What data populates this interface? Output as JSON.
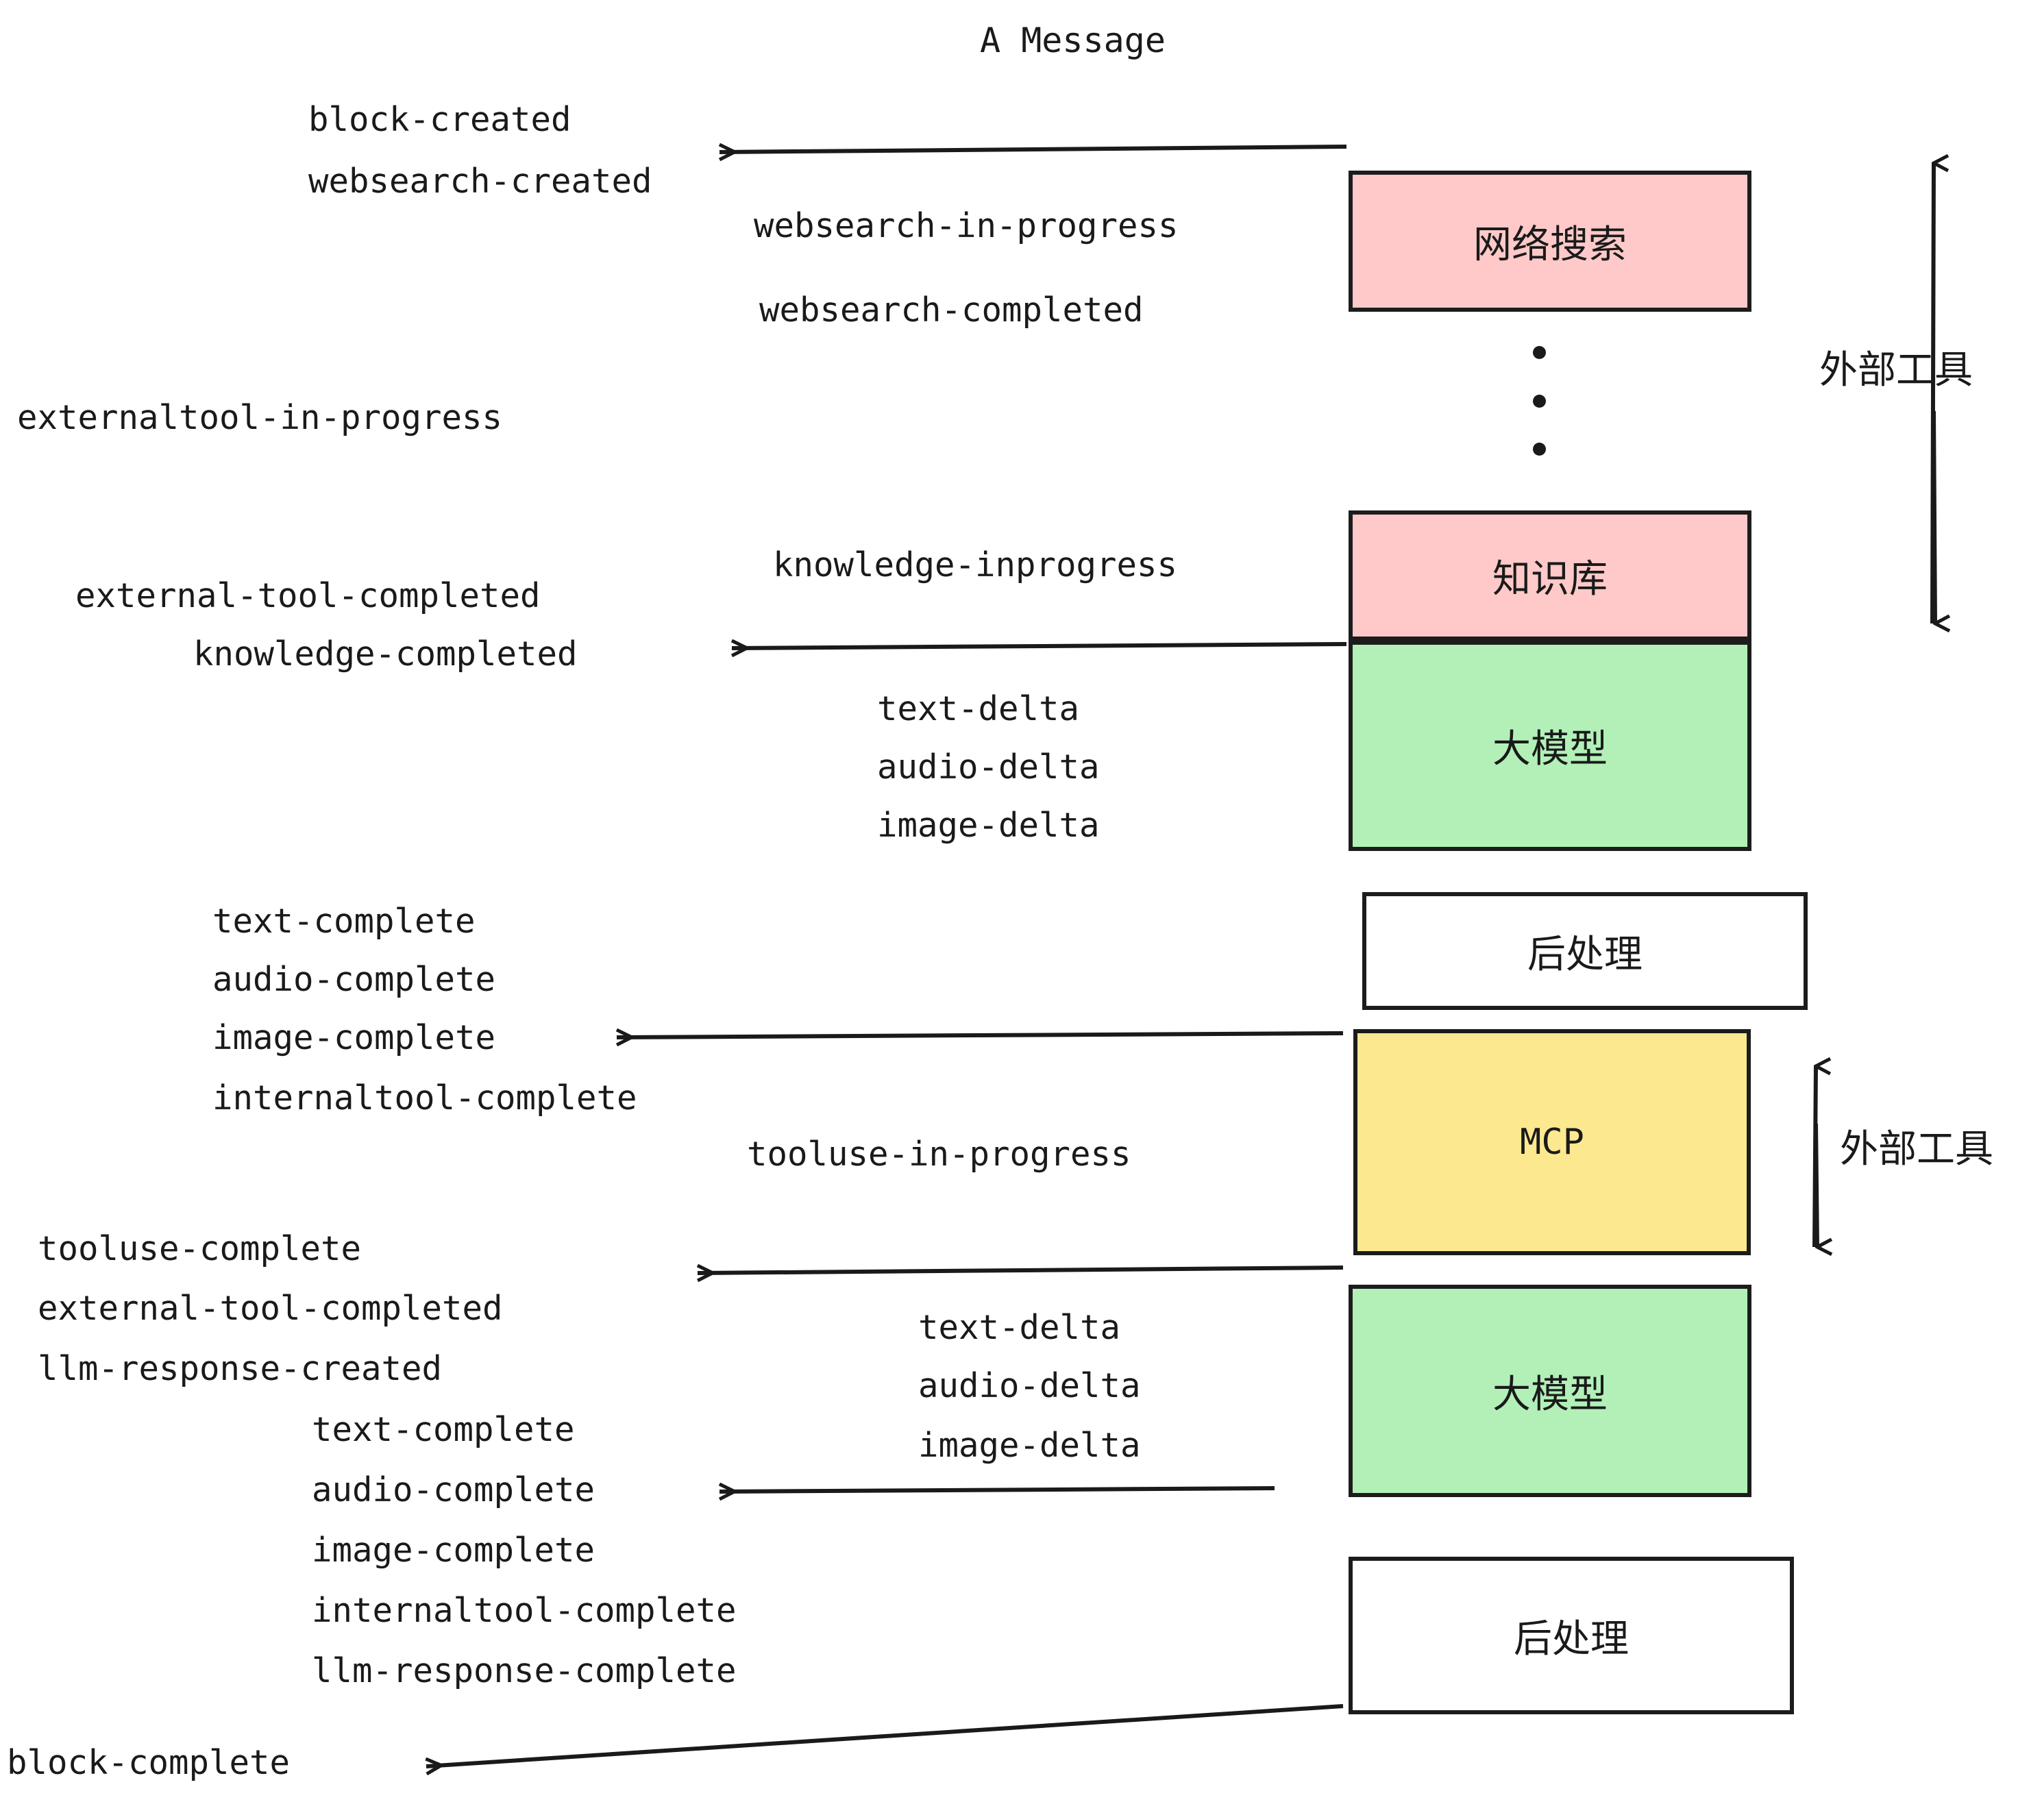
{
  "title": "A Message",
  "colors": {
    "pink": "#FFC9C9",
    "green": "#B2F0B8",
    "yellow": "#FCE98F",
    "white": "#FFFFFF",
    "stroke": "#1C1C1C",
    "text": "#1A1A1A"
  },
  "boxes": [
    {
      "key": "websearch",
      "label": "网络搜索",
      "fill": "#FFC9C9"
    },
    {
      "key": "knowledge",
      "label": "知识库",
      "fill": "#FFC9C9"
    },
    {
      "key": "llm_1",
      "label": "大模型",
      "fill": "#B2F0B8"
    },
    {
      "key": "postprocess_1",
      "label": "后处理",
      "fill": "#FFFFFF"
    },
    {
      "key": "mcp",
      "label": "MCP",
      "fill": "#FCE98F"
    },
    {
      "key": "llm_2",
      "label": "大模型",
      "fill": "#B2F0B8"
    },
    {
      "key": "postprocess_2",
      "label": "后处理",
      "fill": "#FFFFFF"
    }
  ],
  "side_brackets": [
    {
      "key": "external_tools_top",
      "label": "外部工具"
    },
    {
      "key": "external_tools_bottom",
      "label": "外部工具"
    }
  ],
  "events": {
    "block_created": "block-created",
    "websearch_created": "websearch-created",
    "websearch_in_progress": "websearch-in-progress",
    "websearch_completed": "websearch-completed",
    "externaltool_in_progress": "externaltool-in-progress",
    "knowledge_inprogress": "knowledge-inprogress",
    "external_tool_completed_1": "external-tool-completed",
    "knowledge_completed": "knowledge-completed",
    "text_delta_1": "text-delta",
    "audio_delta_1": "audio-delta",
    "image_delta_1": "image-delta",
    "text_complete_1": "text-complete",
    "audio_complete_1": "audio-complete",
    "image_complete_1": "image-complete",
    "internaltool_complete_1": "internaltool-complete",
    "tooluse_in_progress": "tooluse-in-progress",
    "tooluse_complete": "tooluse-complete",
    "external_tool_completed_2": "external-tool-completed",
    "llm_response_created": "llm-response-created",
    "text_delta_2": "text-delta",
    "audio_delta_2": "audio-delta",
    "image_delta_2": "image-delta",
    "text_complete_2": "text-complete",
    "audio_complete_2": "audio-complete",
    "image_complete_2": "image-complete",
    "internaltool_complete_2": "internaltool-complete",
    "llm_response_complete": "llm-response-complete",
    "block_complete": "block-complete"
  }
}
